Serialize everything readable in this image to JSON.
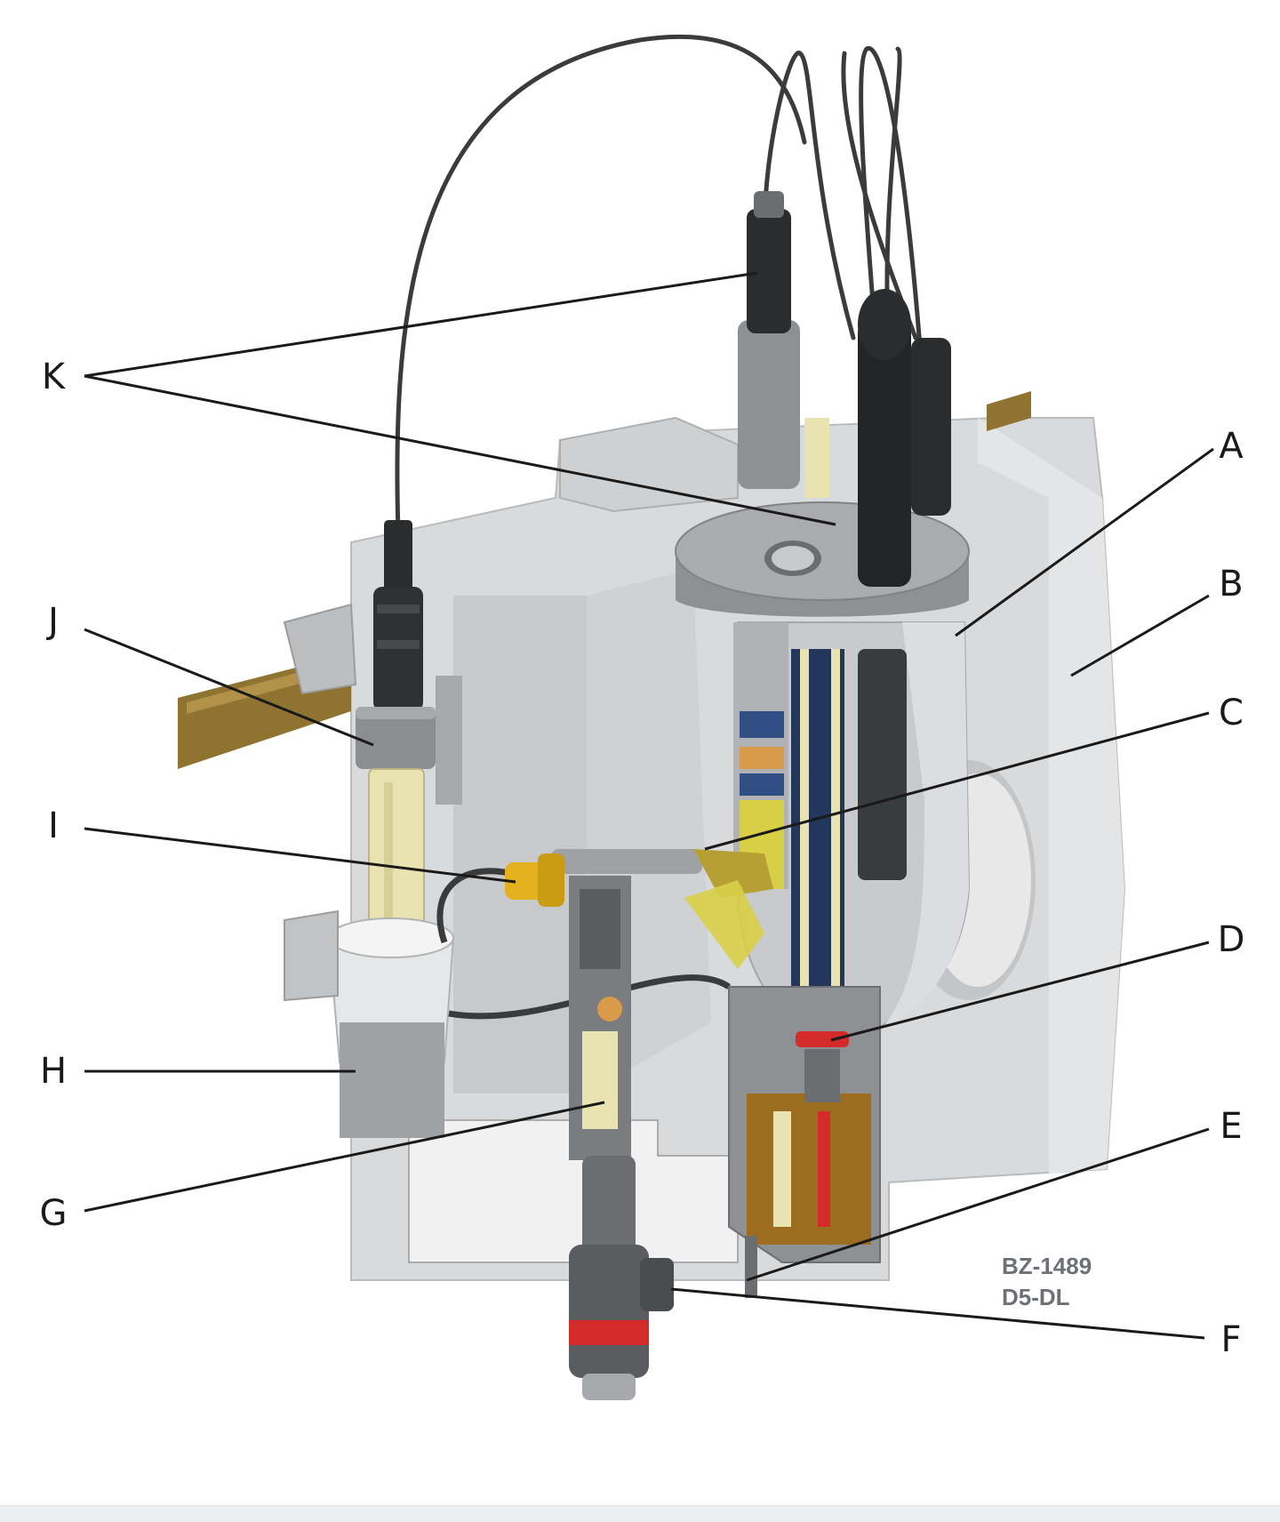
{
  "drawing_code": {
    "line1": "BZ-1489",
    "line2": "D5-DL"
  },
  "callouts": [
    {
      "id": "A",
      "label": "A"
    },
    {
      "id": "B",
      "label": "B"
    },
    {
      "id": "C",
      "label": "C"
    },
    {
      "id": "D",
      "label": "D"
    },
    {
      "id": "E",
      "label": "E"
    },
    {
      "id": "F",
      "label": "F"
    },
    {
      "id": "G",
      "label": "G"
    },
    {
      "id": "H",
      "label": "H"
    },
    {
      "id": "I",
      "label": "I"
    },
    {
      "id": "J",
      "label": "J"
    },
    {
      "id": "K",
      "label": "K"
    }
  ],
  "colors": {
    "housing": "#d9dadb",
    "housing_shadow": "#bfc1c3",
    "cable": "#3a3b3d",
    "din_rail": "#8f7330",
    "sensor_cream": "#e9e3b2",
    "accent_blue": "#2f4f84",
    "accent_orange": "#d99a4a",
    "seal_red": "#d42a2a",
    "brass": "#9c6d1e",
    "flow_cell": "#c9cacd"
  }
}
